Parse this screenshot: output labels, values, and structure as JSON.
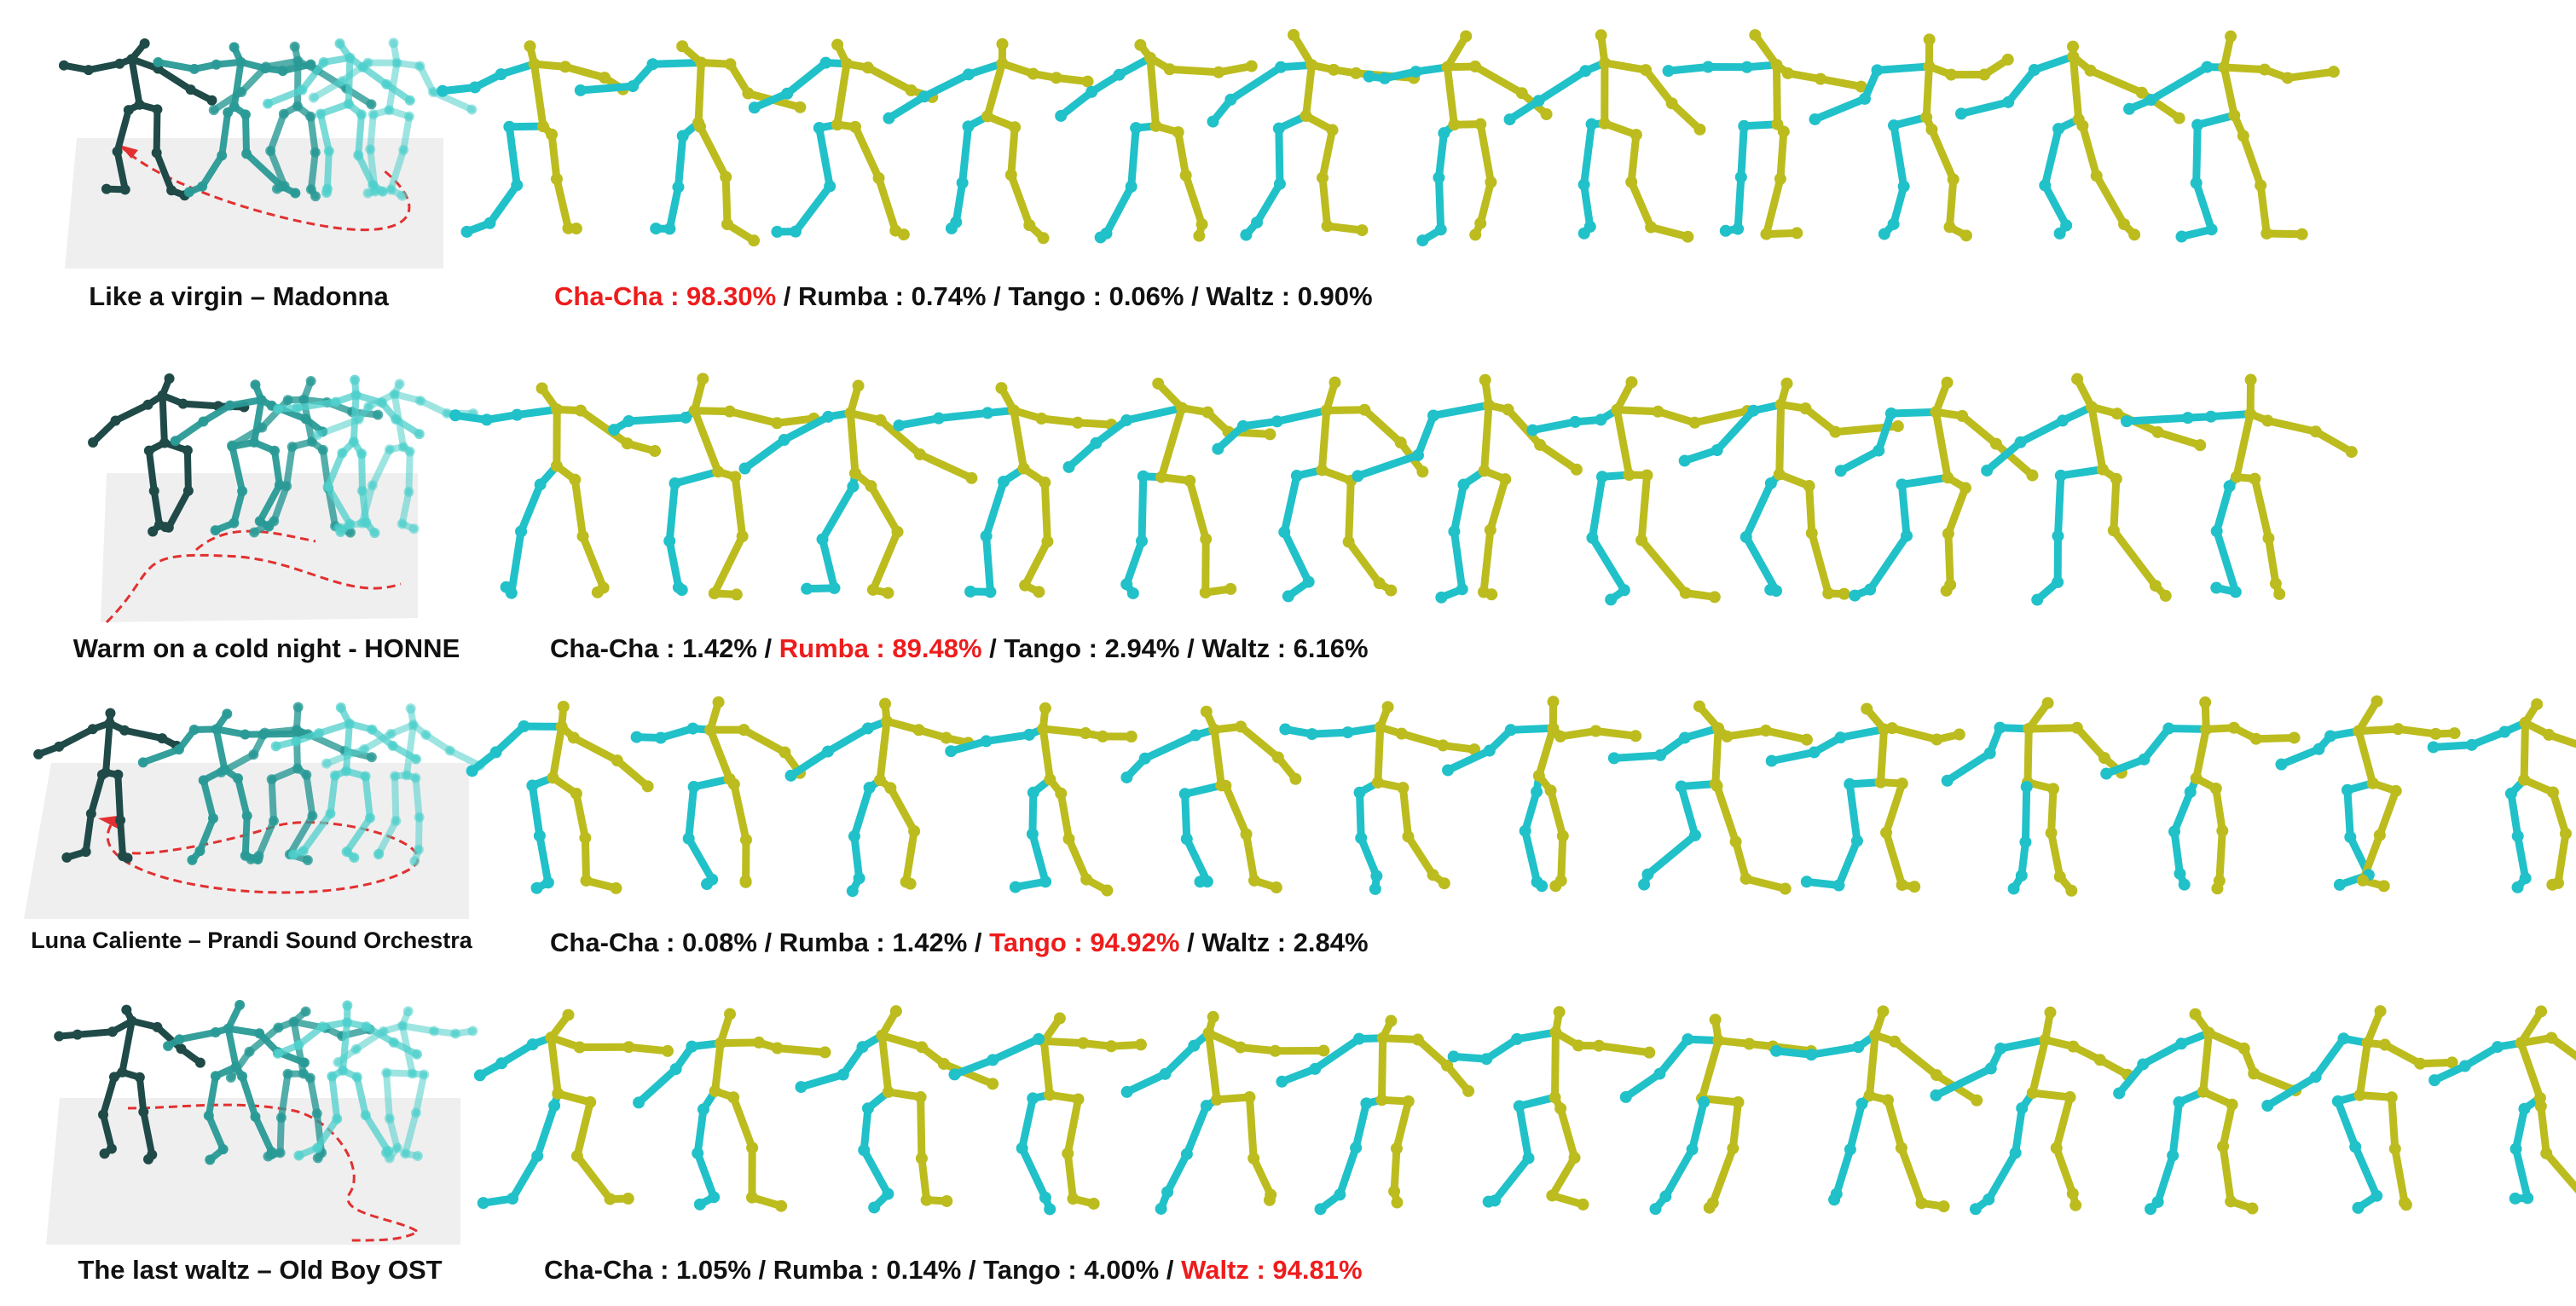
{
  "colors": {
    "dark": "#1f4a48",
    "mid": "#2a9a96",
    "light": "#4fd0cc",
    "cyan": "#21c1c9",
    "olive": "#bcbc1f",
    "highlight": "#ee1c1c",
    "floor": "#efefef",
    "path": "#e23030"
  },
  "rows": [
    {
      "song": "Like a virgin – Madonna",
      "probs": [
        {
          "dance": "Cha-Cha",
          "value": "98.30%",
          "highlight": true
        },
        {
          "dance": "Rumba",
          "value": "0.74%",
          "highlight": false
        },
        {
          "dance": "Tango",
          "value": "0.06%",
          "highlight": false
        },
        {
          "dance": "Waltz",
          "value": "0.90%",
          "highlight": false
        }
      ]
    },
    {
      "song": "Warm on a cold night - HONNE",
      "probs": [
        {
          "dance": "Cha-Cha",
          "value": "1.42%",
          "highlight": false
        },
        {
          "dance": "Rumba",
          "value": "89.48%",
          "highlight": true
        },
        {
          "dance": "Tango",
          "value": "2.94%",
          "highlight": false
        },
        {
          "dance": "Waltz",
          "value": "6.16%",
          "highlight": false
        }
      ]
    },
    {
      "song": "Luna Caliente – Prandi Sound Orchestra",
      "probs": [
        {
          "dance": "Cha-Cha",
          "value": "0.08%",
          "highlight": false
        },
        {
          "dance": "Rumba",
          "value": "1.42%",
          "highlight": false
        },
        {
          "dance": "Tango",
          "value": "94.92%",
          "highlight": true
        },
        {
          "dance": "Waltz",
          "value": "2.84%",
          "highlight": false
        }
      ]
    },
    {
      "song": "The last waltz – Old Boy OST",
      "probs": [
        {
          "dance": "Cha-Cha",
          "value": "1.05%",
          "highlight": false
        },
        {
          "dance": "Rumba",
          "value": "0.14%",
          "highlight": false
        },
        {
          "dance": "Tango",
          "value": "4.00%",
          "highlight": false
        },
        {
          "dance": "Waltz",
          "value": "94.81%",
          "highlight": true
        }
      ]
    }
  ]
}
